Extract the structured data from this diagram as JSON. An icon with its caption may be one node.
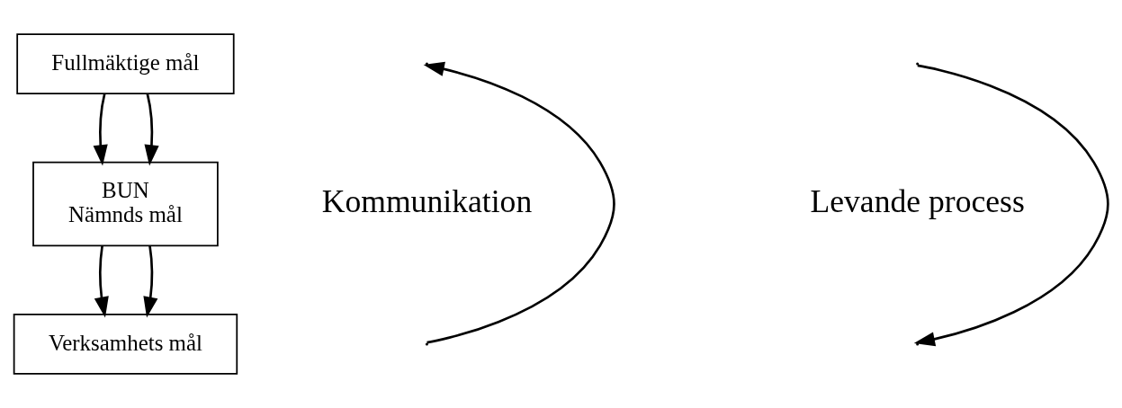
{
  "diagram": {
    "nodes": [
      {
        "text": [
          "Fullmäktige mål"
        ]
      },
      {
        "text": [
          "BUN",
          "Nämnds mål"
        ]
      },
      {
        "text": [
          "Verksamhets mål"
        ]
      }
    ],
    "edges": [
      {
        "from": 0,
        "to": 1,
        "arrow": "to"
      },
      {
        "from": 0,
        "to": 1,
        "arrow": "to"
      },
      {
        "from": 1,
        "to": 2,
        "arrow": "to"
      },
      {
        "from": 1,
        "to": 2,
        "arrow": "to"
      }
    ],
    "labels": [
      "Levande process",
      "Kommunikation"
    ]
  }
}
